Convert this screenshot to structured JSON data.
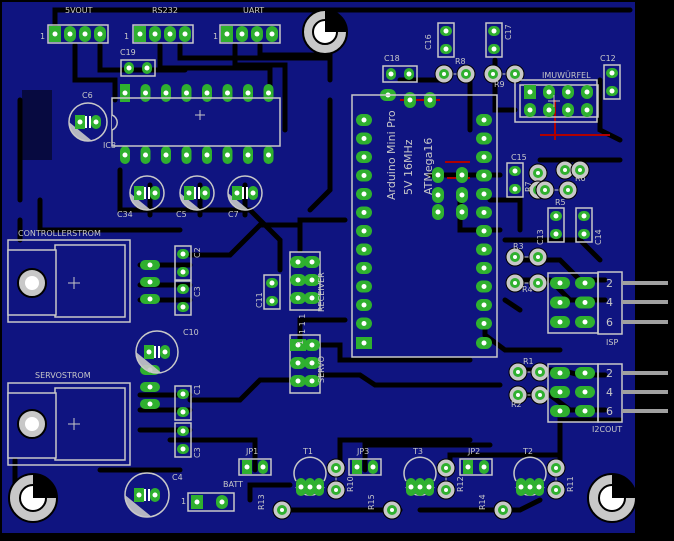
{
  "board": {
    "colors": {
      "background": "#000000",
      "copper": "#0f1480",
      "trace": "#000000",
      "pad": "#2fb02f",
      "silk": "#c8c8c8",
      "drill": "#ffffff",
      "accent_red": "#b00000",
      "pin_metal": "#a0a0a0"
    }
  },
  "headers": {
    "vout": "5VOUT",
    "rs232": "RS232",
    "uart": "UART",
    "pin1_vout": "1",
    "pin1_rs232": "1",
    "pin1_uart": "1"
  },
  "components": {
    "c19": "C19",
    "c6": "C6",
    "ic3": "IC3",
    "c34": "C34",
    "c5": "C5",
    "c7": "C7",
    "c18": "C18",
    "c16": "C16",
    "c17": "C17",
    "r8": "R8",
    "r9": "R9",
    "c12": "C12",
    "imu": "IMUWÜRFEL",
    "c15": "C15",
    "r7": "R7",
    "r6": "R6",
    "r5": "R5",
    "c13": "C13",
    "c14": "C14",
    "r3": "R3",
    "r4": "R4",
    "isp": "ISP",
    "r1": "R1",
    "r2": "R2",
    "i2cout": "I2COUT",
    "c2": "C2",
    "c3a": "C3",
    "c10": "C10",
    "c1": "C1",
    "c3b": "C3",
    "c4": "C4",
    "c11": "C11",
    "receiver": "RECEIVER",
    "servo": "SERVO",
    "controllerstrom": "CONTROLLERSTROM",
    "servostrom": "SERVOSTROM",
    "batt": "BATT",
    "jp1": "JP1",
    "jp2": "JP2",
    "jp3": "JP3",
    "t1": "T1",
    "t2": "T2",
    "t3": "T3",
    "r10": "R10",
    "r11": "R11",
    "r12": "R12",
    "r13": "R13",
    "r14": "R14",
    "r15": "R15",
    "batt_pin1": "1",
    "receiver_pins": "1 1 1",
    "servo_pin1": "1"
  },
  "arduino": {
    "name": "Arduino Mini Pro",
    "spec": "5V 16MHz",
    "chip": "ATMega16"
  },
  "connectors": {
    "isp_pins": [
      "2",
      "4",
      "6"
    ],
    "i2c_pins": [
      "2",
      "4",
      "6"
    ]
  }
}
